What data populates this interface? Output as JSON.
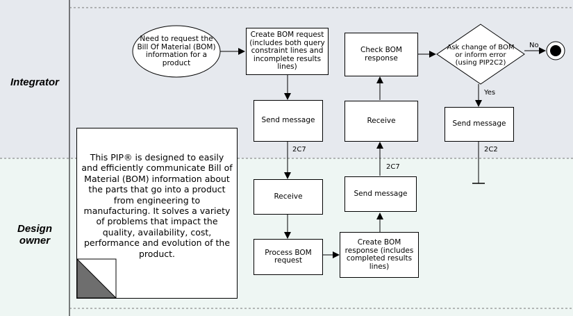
{
  "lanes": {
    "top": "Integrator",
    "bottom_line1": "Design",
    "bottom_line2": "owner"
  },
  "nodes": {
    "start": "Need to request the Bill Of Material (BOM) information for a product",
    "create_request": "Create BOM request (includes both query constraint lines and incomplete results lines)",
    "send_message_integrator": "Send message",
    "check_response": "Check BOM response",
    "receive_integrator": "Receive",
    "decision": "Ask change of BOM or inform error (using PIP2C2)",
    "send_message_pip2c2": "Send message",
    "receive_owner": "Receive",
    "process_request": "Process BOM request",
    "create_response": "Create BOM response (includes completed results lines)",
    "send_message_owner": "Send message"
  },
  "flow_labels": {
    "no": "No",
    "yes": "Yes",
    "pip_2c7_down": "2C7",
    "pip_2c7_up": "2C7",
    "pip_2c2": "2C2"
  },
  "note": "This PIP® is designed to easily and efficiently communicate Bill of Material (BOM) information about the parts that go into a product from engineering to manufacturing. It solves a variety of problems that impact the quality, availability, cost, performance and evolution of the product."
}
